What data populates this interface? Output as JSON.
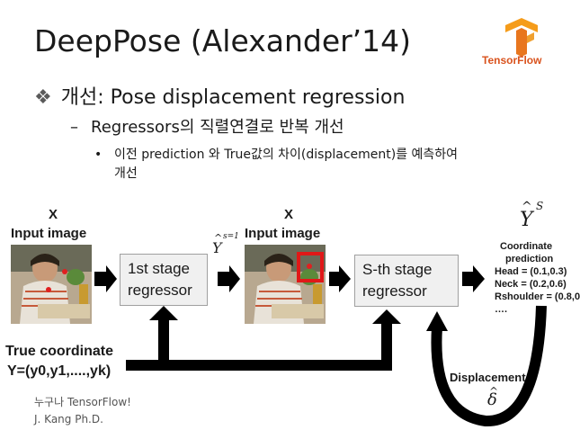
{
  "slide": {
    "title": "DeepPose (Alexander’14)",
    "bullet1_prefix": "개선",
    "bullet1_rest": ": Pose displacement regression",
    "bullet2": "Regressors의 직렬연결로 반복 개선",
    "bullet3_line1": "이전 prediction 와 True값의 차이(displacement)를 예측하여",
    "bullet3_line2": "개선"
  },
  "logo": {
    "text": "TensorFlow",
    "color": "#d9531e",
    "icon": "tensorflow-logo-icon"
  },
  "diagram": {
    "x_label_1": "X",
    "input_label_1": "Input image",
    "x_label_2": "X",
    "input_label_2": "Input image",
    "stage1_line1": "1st stage",
    "stage1_line2": "regressor",
    "stageS_line1": "S-th stage",
    "stageS_line2": "regressor",
    "y_hat_base": "Y",
    "y_hat_sup1": "s=1",
    "y_hat_final_sup": "S",
    "coord_title_1": "Coordinate",
    "coord_title_2": "prediction",
    "coord_head": "Head = (0.1,0.3)",
    "coord_neck": "Neck = (0.2,0.6)",
    "coord_rshoulder": "Rshoulder = (0.8,0",
    "coord_more": "….",
    "true_coord_line1": "True coordinate",
    "true_coord_line2": "Y=(y0,y1,....,yk)",
    "displacement_label": "Displacement",
    "delta_symbol": "δ"
  },
  "footer": {
    "line1_ko": "누구나",
    "line1_en": " TensorFlow!",
    "line2": "J. Kang Ph.D."
  }
}
